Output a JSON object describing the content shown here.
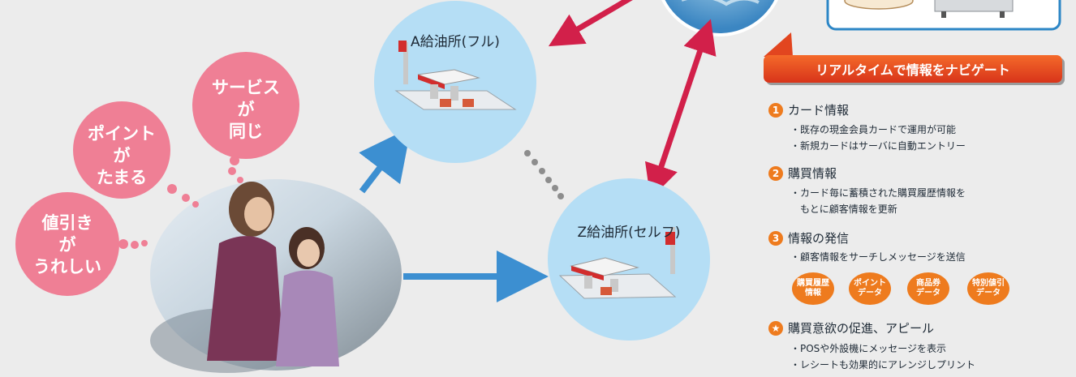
{
  "stations": {
    "a_label": "A給油所(フル)",
    "z_label": "Z給油所(セルフ)"
  },
  "thought_bubbles": [
    {
      "lines": [
        "サービス",
        "が",
        "同じ"
      ]
    },
    {
      "lines": [
        "ポイント",
        "が",
        "たまる"
      ]
    },
    {
      "lines": [
        "値引き",
        "が",
        "うれしい"
      ]
    }
  ],
  "headline": "リアルタイムで情報をナビゲート",
  "sections": [
    {
      "badge": "1",
      "title": "カード情報",
      "lines": [
        "・既存の現金会員カードで運用が可能",
        "・新規カードはサーバに自動エントリー"
      ]
    },
    {
      "badge": "2",
      "title": "購買情報",
      "lines": [
        "・カード毎に蓄積された購買履歴情報を",
        "　もとに顧客情報を更新"
      ]
    },
    {
      "badge": "3",
      "title": "情報の発信",
      "lines": [
        "・顧客情報をサーチしメッセージを送信"
      ]
    },
    {
      "badge": "★",
      "title": "購買意欲の促進、アピール",
      "lines": [
        "・POSや外設機にメッセージを表示",
        "・レシートも効果的にアレンジしプリント"
      ]
    }
  ],
  "chips": [
    {
      "lines": [
        "購買履歴",
        "情報"
      ]
    },
    {
      "lines": [
        "ポイント",
        "データ"
      ]
    },
    {
      "lines": [
        "商品券",
        "データ"
      ]
    },
    {
      "lines": [
        "特別値引",
        "データ"
      ]
    }
  ],
  "colors": {
    "accent_orange": "#ee7b1e",
    "headline_red": "#e2451f",
    "bubble_pink": "#ef7f95",
    "circle_blue": "#b5def5",
    "arrow_blue": "#3c8fd1",
    "arrow_crimson": "#d2204a"
  }
}
